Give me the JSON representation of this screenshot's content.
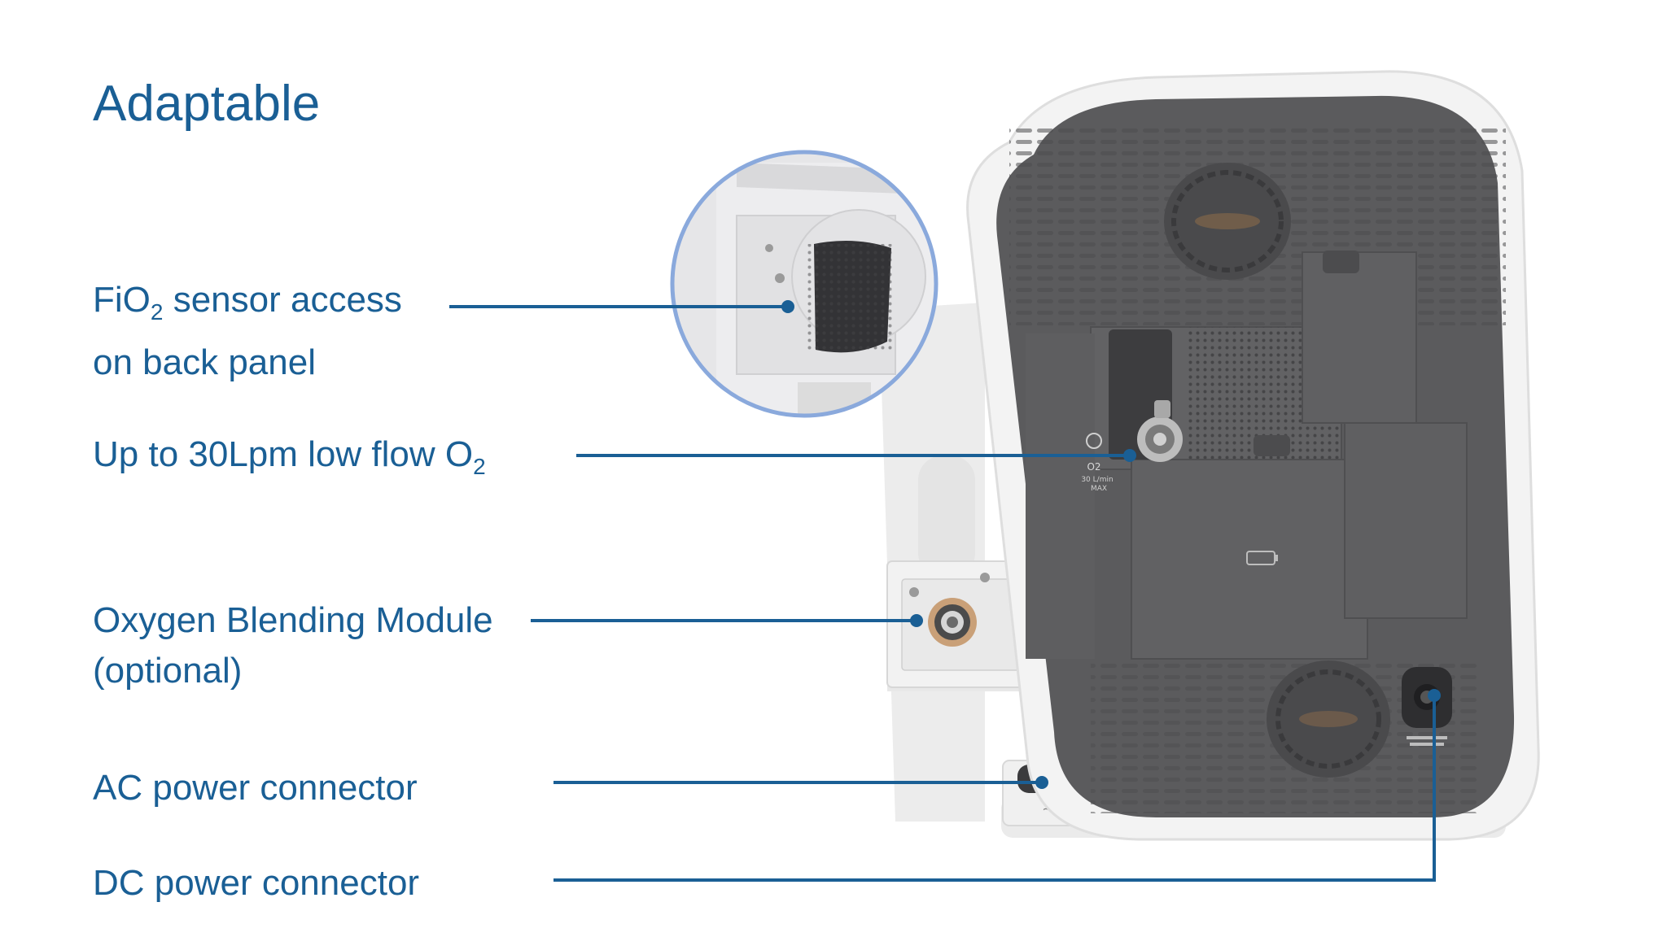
{
  "title": "Adaptable",
  "callouts": [
    {
      "id": "fio2",
      "line1": "FiO",
      "sub1": "2",
      "tail1": " sensor access",
      "line2": "on back panel"
    },
    {
      "id": "o2flow",
      "text": "Up to 30Lpm low flow O",
      "sub": "2"
    },
    {
      "id": "blending",
      "line1": "Oxygen Blending Module",
      "line2": "(optional)"
    },
    {
      "id": "ac",
      "text": "AC power connector"
    },
    {
      "id": "dc",
      "text": "DC power connector"
    }
  ],
  "device_markings": {
    "o2_port_label": "O2",
    "o2_port_rating": "30 L/min",
    "o2_port_max": "MAX"
  },
  "colors": {
    "accent": "#1a5f95",
    "leader_line": "#1a5f95",
    "device_shell": "#f1f1f1",
    "device_panel": "#5b5b5d",
    "magnifier_ring": "#8aa9dc"
  }
}
